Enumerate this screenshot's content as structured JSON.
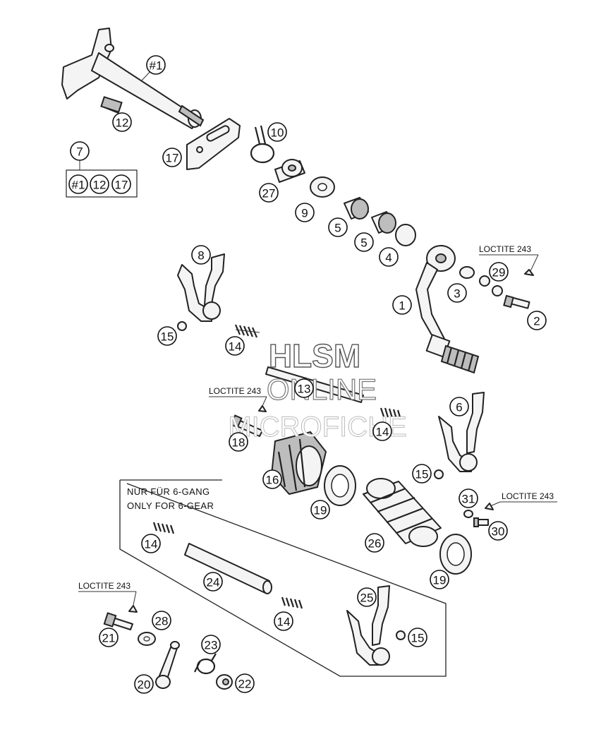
{
  "callouts": [
    "#1",
    "12",
    "10",
    "17",
    "7",
    "#1",
    "12",
    "17",
    "27",
    "9",
    "5",
    "5",
    "4",
    "8",
    "3",
    "29",
    "1",
    "2",
    "15",
    "14",
    "13",
    "18",
    "14",
    "6",
    "16",
    "15",
    "31",
    "30",
    "19",
    "26",
    "19",
    "14",
    "24",
    "14",
    "25",
    "15",
    "21",
    "28",
    "23",
    "20",
    "22"
  ],
  "loctite": [
    "LOCTITE 243",
    "LOCTITE 243",
    "LOCTITE 243",
    "LOCTITE 243"
  ],
  "note": {
    "line1": "NUR FÜR 6-GANG",
    "line2": "ONLY FOR 6-GEAR"
  },
  "watermark": {
    "line1": "HLSM",
    "line2": "ONLINE",
    "line3": "MICROFICHE"
  }
}
